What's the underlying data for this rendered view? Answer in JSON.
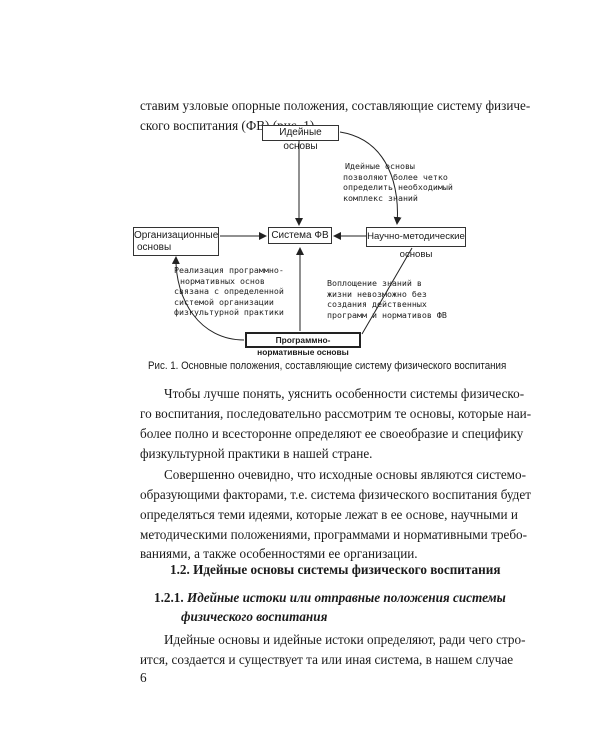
{
  "intro": {
    "line1": "ставим узловые опорные положения, составляющие систему физиче-",
    "line2": "ского воспитания (ФВ) (рис. 1)."
  },
  "diagram": {
    "top_box": "Идейные основы",
    "center_box": "Система ФВ",
    "left_box": [
      "Организационные",
      "основы"
    ],
    "right_box": "Научно-методические основы",
    "bottom_box": "Программно-нормативные основы",
    "note_top_right": [
      "Идейные основы",
      "позволяют более четко",
      "определить необходимый",
      "комплекс знаний"
    ],
    "note_bottom_left": [
      "Реализация программно-",
      "нормативных основ",
      "связана с определенной",
      "системой организации",
      "физкультурной практики"
    ],
    "note_bottom_right": [
      "Воплощение  знаний в",
      "жизни невозможно без",
      "создания действенных",
      "программ и нормативов ФВ"
    ]
  },
  "caption": "Рис. 1. Основные положения, составляющие систему физического воспитания",
  "para1": [
    "Чтобы лучше понять, уяснить особенности системы физическо-",
    "го воспитания, последовательно рассмотрим те основы, которые наи-",
    "более полно и всесторонне определяют ее своеобразие и специфику",
    "физкультурной практики в нашей стране."
  ],
  "para2": [
    "Совершенно очевидно, что исходные основы являются системо-",
    "образующими факторами, т.е. система физического воспитания будет",
    "определяться теми идеями, которые лежат в ее основе, научными и",
    "методическими положениями, программами и нормативными требо-",
    "ваниями, а также особенностями ее организации."
  ],
  "section_heading": "1.2. Идейные основы системы физического воспитания",
  "subsection": {
    "number": "1.2.1.",
    "title_line1": "Идейные истоки или отправные положения системы",
    "title_line2": "физического воспитания"
  },
  "para3": [
    "Идейные основы и идейные истоки определяют, ради чего стро-",
    "ится, создается и существует та или иная система, в нашем случае"
  ],
  "page_number": "6"
}
